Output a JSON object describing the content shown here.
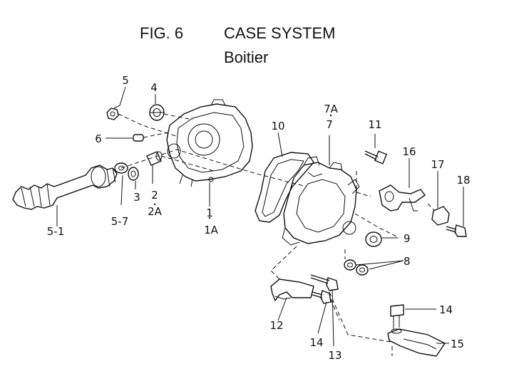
{
  "header": {
    "fig": "FIG. 6",
    "title": "CASE SYSTEM",
    "subtitle": "Boitier"
  },
  "callouts": {
    "c1": "1",
    "c1a": "1A",
    "c2": "2",
    "c2a": "2A",
    "c3": "3",
    "c4": "4",
    "c5": "5",
    "c6": "6",
    "c7": "7",
    "c7a": "7A",
    "c8": "8",
    "c9": "9",
    "c10": "10",
    "c11": "11",
    "c12": "12",
    "c13": "13",
    "c14a": "14",
    "c14b": "14",
    "c15": "15",
    "c16": "16",
    "c17": "17",
    "c18": "18",
    "c51": "5-1",
    "c57": "5-7"
  }
}
